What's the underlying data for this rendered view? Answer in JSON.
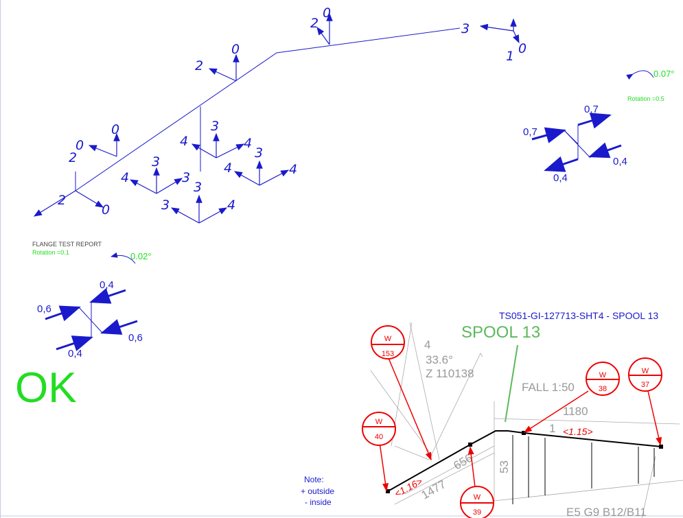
{
  "iso_labels": [
    "0",
    "2",
    "3",
    "0",
    "1",
    "0",
    "2",
    "0",
    "0",
    "2",
    "2",
    "0",
    "3",
    "4",
    "4",
    "3",
    "4",
    "3",
    "3",
    "4",
    "4",
    "3",
    "3",
    "4"
  ],
  "right_flange": {
    "top": "0,7",
    "left": "0,7",
    "right": "0,4",
    "bottom": "0,4",
    "angle": "0.07°",
    "rotation": "Rotation =0.5"
  },
  "left_flange": {
    "title": "FLANGE TEST REPORT",
    "rotation": "Rotation =0.1",
    "angle": "0.02°",
    "top": "0,4",
    "left": "0,6",
    "right": "0,6",
    "bottom": "0,4"
  },
  "status": "OK",
  "note": {
    "title": "Note:",
    "plus": "+ outside",
    "minus": "- inside"
  },
  "spool": {
    "sheet_title": "TS051-GI-127713-SHT4 - SPOOL 13",
    "label": "SPOOL 13",
    "box": "4",
    "angle": "33.6°",
    "z": "Z 110138",
    "fall": "FALL 1:50",
    "dim1": "1180",
    "dim2": "656",
    "dim3": "1477",
    "dim4": "53",
    "slope1": "<1.15>",
    "slope2": "<1.16>",
    "ref": "1",
    "bottom": "E5 G9 B12/B11",
    "welds": [
      {
        "w": "W",
        "n": "153"
      },
      {
        "w": "W",
        "n": "40"
      },
      {
        "w": "W",
        "n": "38"
      },
      {
        "w": "W",
        "n": "37"
      },
      {
        "w": "W",
        "n": "39"
      }
    ]
  },
  "colors": {
    "blue": "#1a1acc",
    "green": "#22dd22",
    "red": "#e00000"
  }
}
